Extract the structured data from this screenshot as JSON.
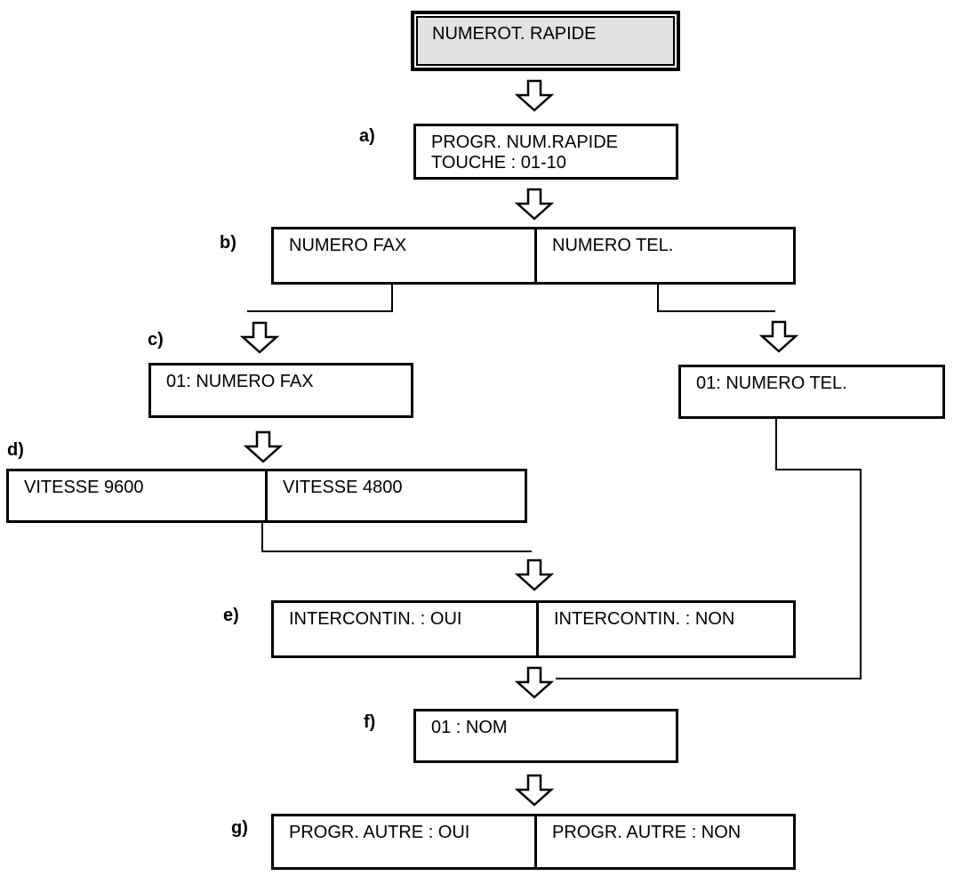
{
  "title_box": {
    "label": "NUMEROT. RAPIDE"
  },
  "steps": {
    "a": {
      "label": "a)",
      "line1": "PROGR. NUM.RAPIDE",
      "line2": "TOUCHE : 01-10"
    },
    "b": {
      "label": "b)",
      "left": "NUMERO FAX",
      "right": "NUMERO TEL."
    },
    "c": {
      "label": "c)",
      "fax": "01: NUMERO FAX",
      "tel": "01: NUMERO TEL."
    },
    "d": {
      "label": "d)",
      "left": "VITESSE 9600",
      "right": "VITESSE 4800"
    },
    "e": {
      "label": "e)",
      "left": "INTERCONTIN. : OUI",
      "right": "INTERCONTIN. : NON"
    },
    "f": {
      "label": "f)",
      "text": "01 : NOM"
    },
    "g": {
      "label": "g)",
      "left": "PROGR. AUTRE : OUI",
      "right": "PROGR. AUTRE : NON"
    }
  },
  "colors": {
    "background": "#ffffff",
    "line": "#000000",
    "text": "#000000",
    "title_box_bg": "#e2e2e2"
  }
}
